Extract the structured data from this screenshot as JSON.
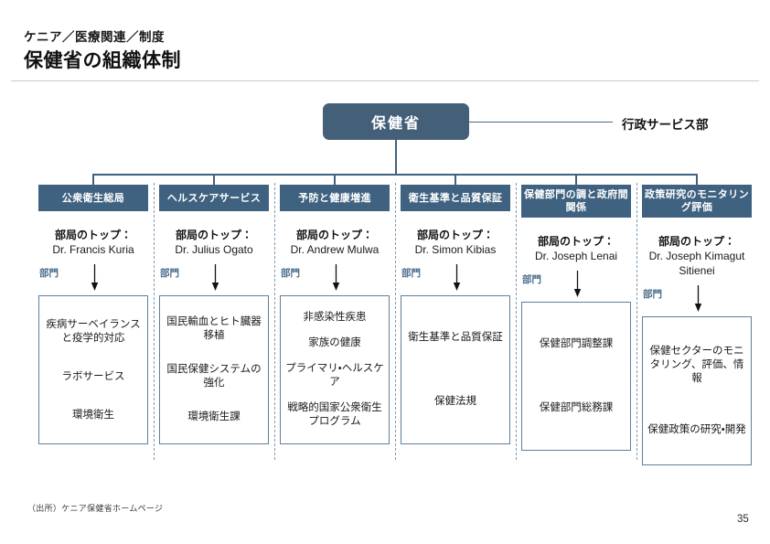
{
  "header": {
    "kicker": "ケニア／医療関連／制度",
    "title": "保健省の組織体制"
  },
  "root": {
    "label": "保健省",
    "side_label": "行政サービス部"
  },
  "common": {
    "lead_label": "部局のトップ：",
    "division_label": "部門"
  },
  "columns": [
    {
      "header": "公衆衛生総局",
      "lead_label": "部局のトップ：",
      "lead_name": "Dr. Francis Kuria",
      "division_label": "部門",
      "units": [
        "疾病サーベイランスと疫学的対応",
        "ラボサービス",
        "環境衛生"
      ]
    },
    {
      "header": "ヘルスケアサービス",
      "lead_label": "部局のトップ：",
      "lead_name": "Dr. Julius Ogato",
      "division_label": "部門",
      "units": [
        "国民輸血とヒト臓器移植",
        "国民保健システムの強化",
        "環境衛生課"
      ]
    },
    {
      "header": "予防と健康増進",
      "lead_label": "部局のトップ：",
      "lead_name": "Dr. Andrew Mulwa",
      "division_label": "部門",
      "units": [
        "非感染性疾患",
        "家族の健康",
        "プライマリ・ヘルスケア",
        "戦略的国家公衆衛生プログラム"
      ]
    },
    {
      "header": "衛生基準と品質保証",
      "lead_label": "部局のトップ：",
      "lead_name": "Dr. Simon Kibias",
      "division_label": "部門",
      "units": [
        "衛生基準と品質保証",
        "保健法規"
      ]
    },
    {
      "header": "保健部門の調と政府間関係",
      "lead_label": "部局のトップ：",
      "lead_name": "Dr. Joseph Lenai",
      "division_label": "部門",
      "units": [
        "保健部門調整課",
        "保健部門総務課"
      ]
    },
    {
      "header": "政策研究のモニタリング評価",
      "lead_label": "部局のトップ：",
      "lead_name": "Dr. Joseph Kimagut Sitienei",
      "division_label": "部門",
      "units": [
        "保健セクターのモニタリング、評価、情報",
        "保健政策の研究・開発"
      ]
    }
  ],
  "footer": {
    "source": "（出所）ケニア保健省ホームページ",
    "page_number": "35"
  },
  "colors": {
    "node_fill": "#3f6280",
    "root_fill": "#436078",
    "connector": "#3f6280",
    "box_border": "#5d7f9e",
    "separator": "#7d9ab3",
    "division_text": "#4a6d8c",
    "rule": "#c9c9c9"
  }
}
